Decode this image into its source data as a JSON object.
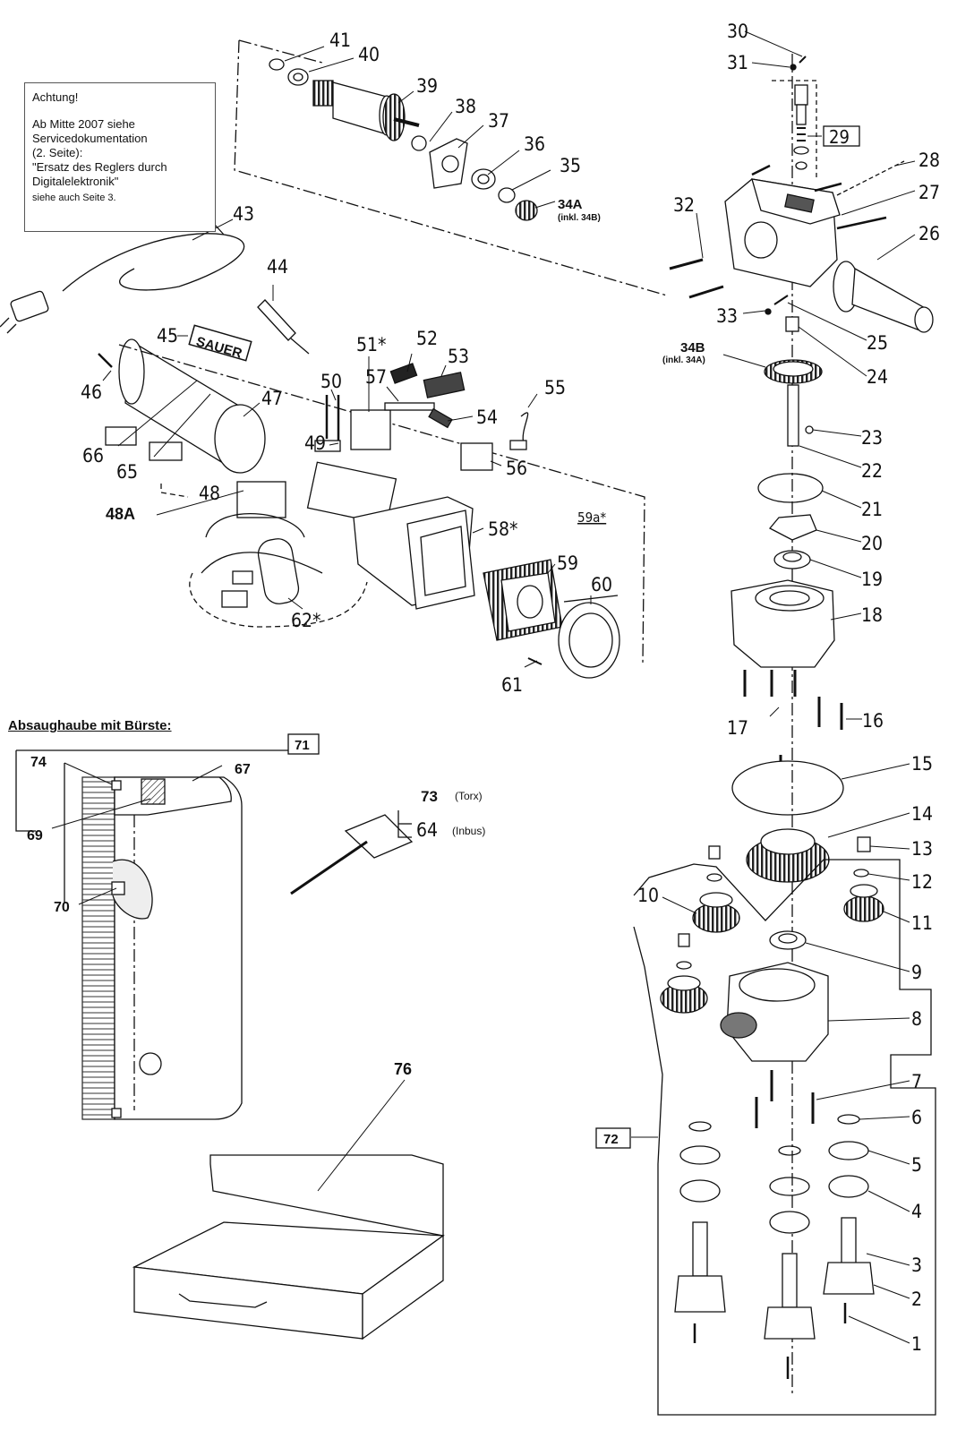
{
  "notice": {
    "line1": "Achtung!",
    "line2": "Ab Mitte 2007 siehe",
    "line3": "Servicedokumentation",
    "line4": "(2. Seite):",
    "line5": "\"Ersatz des Reglers durch",
    "line6": "Digitalelektronik\"",
    "line7": "siehe auch Seite 3."
  },
  "brand_label": "SAUER",
  "hood_heading": "Absaughaube mit Bürste:",
  "tool_notes": {
    "torx": "(Torx)",
    "inbus": "(Inbus)"
  },
  "part_notes": {
    "incl_34b": "(inkl. 34B)",
    "incl_34a": "(inkl. 34A)"
  },
  "callouts": {
    "p1": "1",
    "p2": "2",
    "p3": "3",
    "p4": "4",
    "p5": "5",
    "p6": "6",
    "p7": "7",
    "p8": "8",
    "p9": "9",
    "p10": "10",
    "p11": "11",
    "p12": "12",
    "p13": "13",
    "p14": "14",
    "p15": "15",
    "p16": "16",
    "p17": "17",
    "p18": "18",
    "p19": "19",
    "p20": "20",
    "p21": "21",
    "p22": "22",
    "p23": "23",
    "p24": "24",
    "p25": "25",
    "p26": "26",
    "p27": "27",
    "p28": "28",
    "p29": "29",
    "p30": "30",
    "p31": "31",
    "p32": "32",
    "p33": "33",
    "p34a": "34A",
    "p34b": "34B",
    "p35": "35",
    "p36": "36",
    "p37": "37",
    "p38": "38",
    "p39": "39",
    "p40": "40",
    "p41": "41",
    "p43": "43",
    "p44": "44",
    "p45": "45",
    "p46": "46",
    "p47": "47",
    "p48": "48",
    "p48a": "48A",
    "p49": "49",
    "p50": "50",
    "p51": "51*",
    "p52": "52",
    "p53": "53",
    "p54": "54",
    "p55": "55",
    "p56": "56",
    "p57": "57",
    "p58": "58*",
    "p59": "59",
    "p59a": "59a*",
    "p60": "60",
    "p61": "61",
    "p62": "62*",
    "p64": "64",
    "p65": "65",
    "p66": "66",
    "p67": "67",
    "p69": "69",
    "p70": "70",
    "p71": "71",
    "p72": "72",
    "p73": "73",
    "p74": "74",
    "p76": "76"
  },
  "colors": {
    "ink": "#111111",
    "shade": "#8a8a8a",
    "light": "#d4d4d4"
  }
}
